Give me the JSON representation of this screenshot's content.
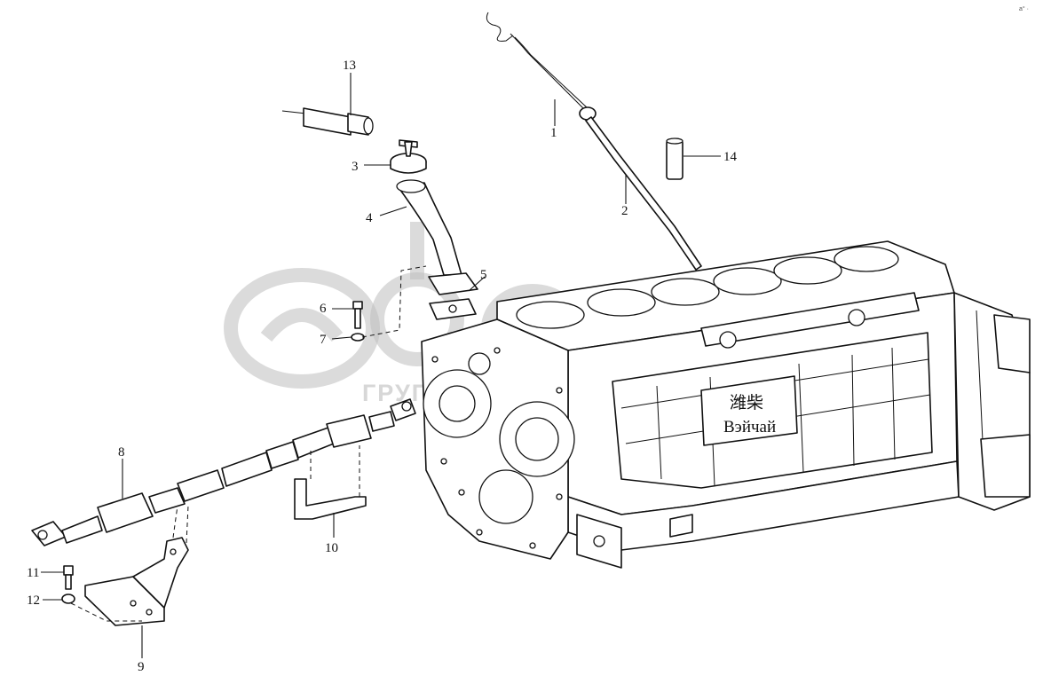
{
  "diagram": {
    "callouts": [
      {
        "id": "1",
        "label": "1"
      },
      {
        "id": "2",
        "label": "2"
      },
      {
        "id": "3",
        "label": "3"
      },
      {
        "id": "4",
        "label": "4"
      },
      {
        "id": "5",
        "label": "5"
      },
      {
        "id": "6",
        "label": "6"
      },
      {
        "id": "7",
        "label": "7"
      },
      {
        "id": "8",
        "label": "8"
      },
      {
        "id": "9",
        "label": "9"
      },
      {
        "id": "10",
        "label": "10"
      },
      {
        "id": "11",
        "label": "11"
      },
      {
        "id": "12",
        "label": "12"
      },
      {
        "id": "13",
        "label": "13"
      },
      {
        "id": "14",
        "label": "14"
      }
    ],
    "engine_plate": {
      "brand_cn": "潍柴",
      "brand_ru": "Вэйчай"
    },
    "watermark": {
      "text": "ГРУППА КОМПАНИЙ"
    },
    "corner_mark": "a° ·"
  }
}
